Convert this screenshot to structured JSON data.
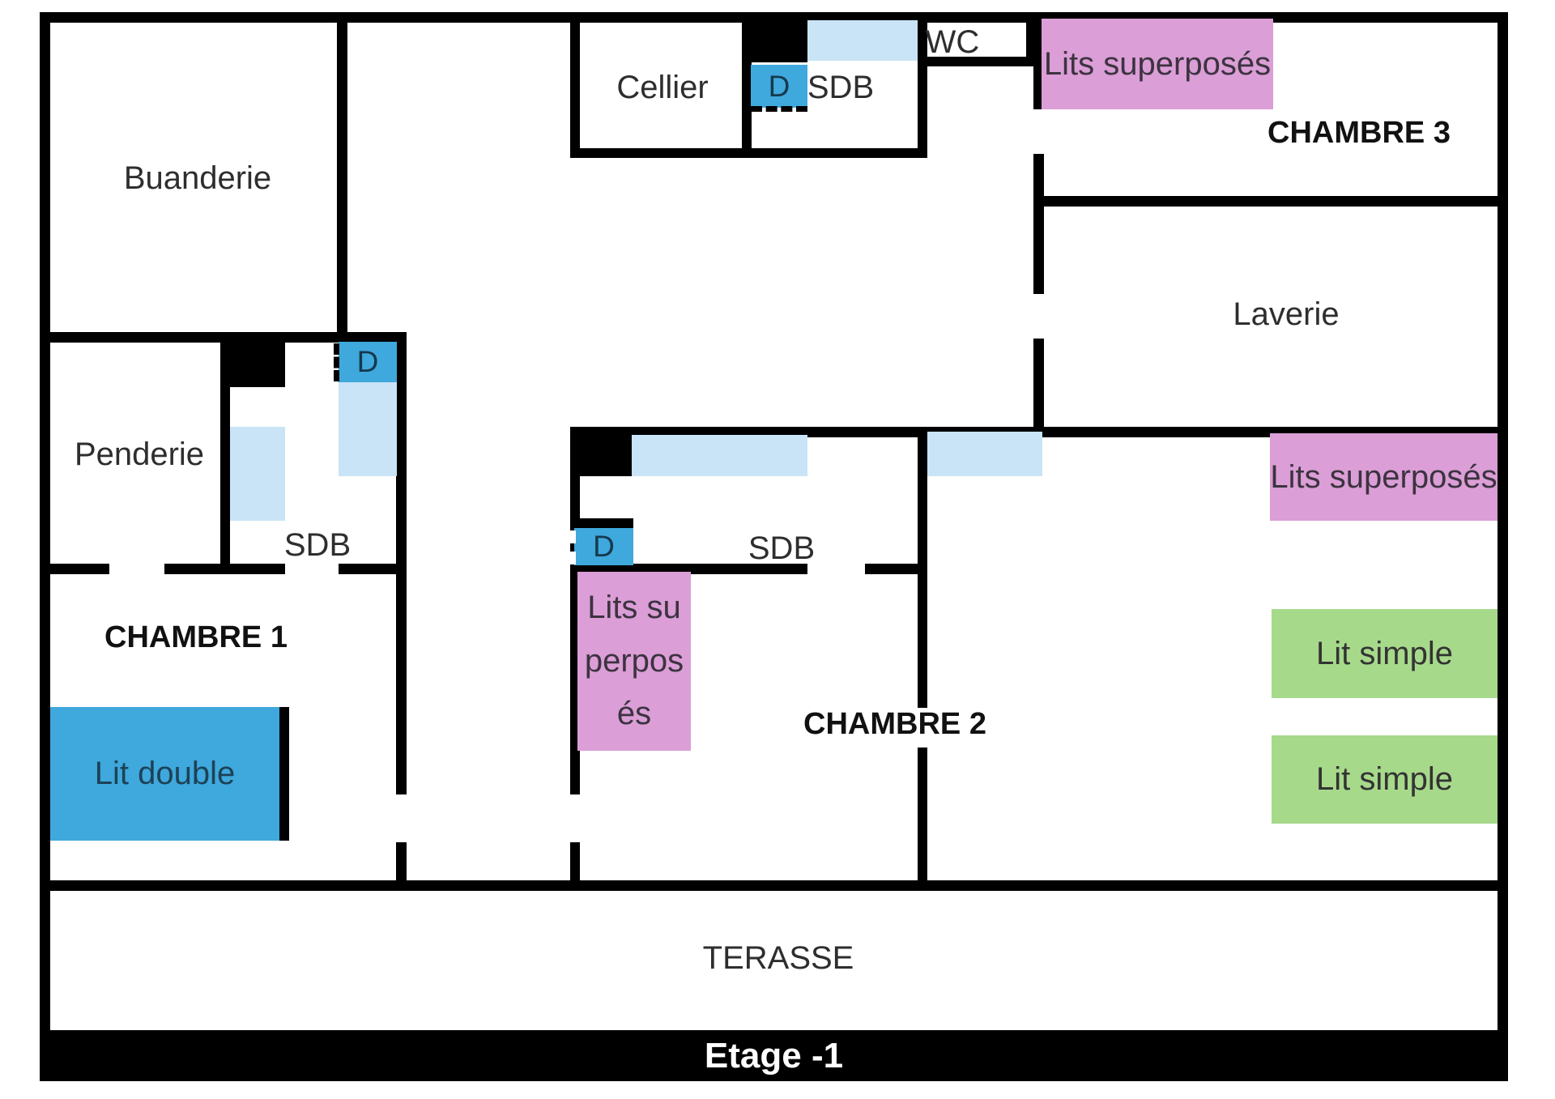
{
  "title": "Etage -1",
  "rooms": {
    "buanderie": "Buanderie",
    "penderie": "Penderie",
    "sdb_left": "SDB",
    "chambre_1": "CHAMBRE 1",
    "cellier": "Cellier",
    "sdb_top": "SDB",
    "wc": "WC",
    "chambre_3": "CHAMBRE 3",
    "laverie": "Laverie",
    "sdb_middle": "SDB",
    "chambre_2": "CHAMBRE 2",
    "terasse": "TERASSE"
  },
  "furniture": {
    "lit_double": "Lit double",
    "lits_superposes_chambre3": "Lits superposés",
    "lits_superposes_chambre2_right": "Lits superposés",
    "lits_superposes_chambre2_mid": "Lits superposés",
    "lit_simple_top": "Lit simple",
    "lit_simple_bottom": "Lit simple"
  },
  "door_label": "D",
  "floor_label": "Etage -1",
  "colors": {
    "wall": "#000000",
    "door_blue": "#3FA8DC",
    "shower_light_blue": "#C9E4F6",
    "bunk_bed_pink": "#DB9ED6",
    "single_bed_green": "#A7D98B",
    "double_bed_blue": "#3FA8DC",
    "floor_bar_background": "#000000",
    "floor_bar_text": "#FFFFFF"
  }
}
